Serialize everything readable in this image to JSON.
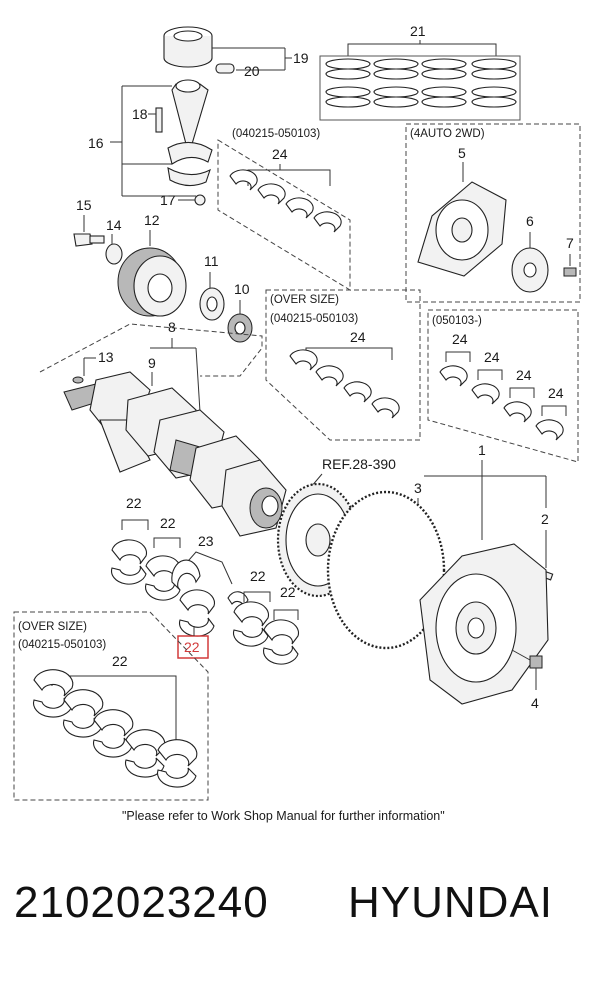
{
  "callouts": {
    "n1": "1",
    "n2": "2",
    "n3": "3",
    "n4": "4",
    "n5": "5",
    "n6": "6",
    "n7": "7",
    "n8": "8",
    "n9": "9",
    "n10": "10",
    "n11": "11",
    "n12": "12",
    "n13": "13",
    "n14": "14",
    "n15": "15",
    "n16": "16",
    "n17": "17",
    "n18": "18",
    "n19": "19",
    "n20": "20",
    "n21": "21",
    "n22": "22",
    "n23": "23",
    "n24": "24",
    "n22_highlight": "22"
  },
  "groups": {
    "bearing_upper_date": "(040215-050103)",
    "auto_2wd": "(4AUTO 2WD)",
    "over_size": "(OVER SIZE)",
    "over_size_date": "(040215-050103)",
    "late_date": "(050103-)",
    "bottom_over_size": "(OVER SIZE)",
    "bottom_over_size_date": "(040215-050103)"
  },
  "ref_label": "REF.28-390",
  "caption": "\"Please refer to Work Shop Manual for further information\"",
  "part_number": "2102023240",
  "brand": "HYUNDAI",
  "colors": {
    "highlight": "#d23a3a"
  }
}
